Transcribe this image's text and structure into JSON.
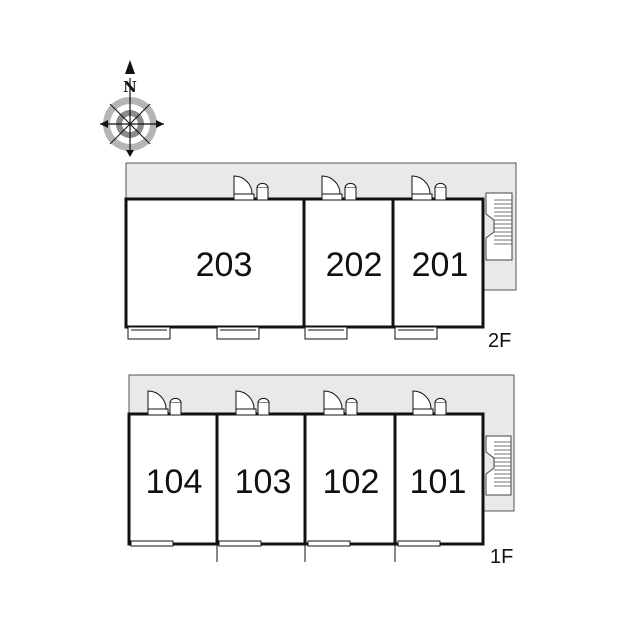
{
  "compass": {
    "north_label": "N",
    "icon": "compass-rose-icon"
  },
  "colors": {
    "corridor": "#e9e9e9",
    "wall": "#111111",
    "background": "#ffffff"
  },
  "floors": {
    "second": {
      "label": "2F",
      "units": [
        "203",
        "202",
        "201"
      ]
    },
    "first": {
      "label": "1F",
      "units": [
        "104",
        "103",
        "102",
        "101"
      ]
    }
  }
}
